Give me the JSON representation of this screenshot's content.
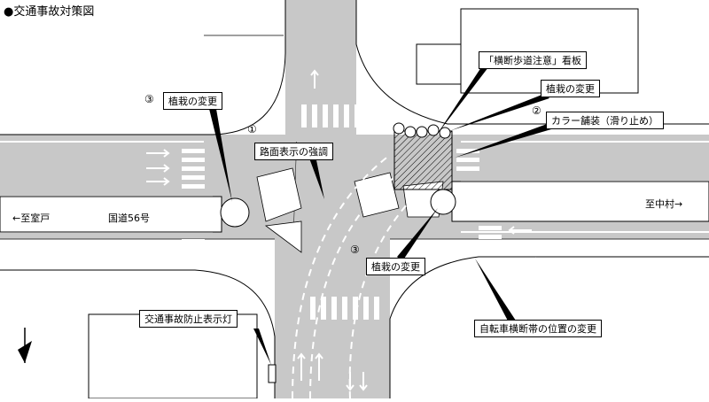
{
  "title": "●交通事故対策図",
  "labels": {
    "planting_change_1": "植栽の変更",
    "road_marking": "路面表示の強調",
    "sign_caution": "「横断歩道注意」看板",
    "planting_change_2": "植栽の変更",
    "color_pavement": "カラー舗装（滑り止め）",
    "planting_change_3": "植栽の変更",
    "bicycle_crossing": "自転車横断帯の位置の変更",
    "warning_light": "交通事故防止表示灯",
    "left_direction": "←至室戸",
    "route_name": "国道56号",
    "right_direction": "至中村→"
  },
  "numbers": {
    "n1": "①",
    "n2": "②",
    "n3a": "③",
    "n3b": "③"
  },
  "icons": {
    "north_arrow": "north-arrow-icon"
  },
  "colors": {
    "road": "#c8c8c8",
    "background": "#ffffff",
    "line": "#000000",
    "marking": "#ffffff"
  }
}
